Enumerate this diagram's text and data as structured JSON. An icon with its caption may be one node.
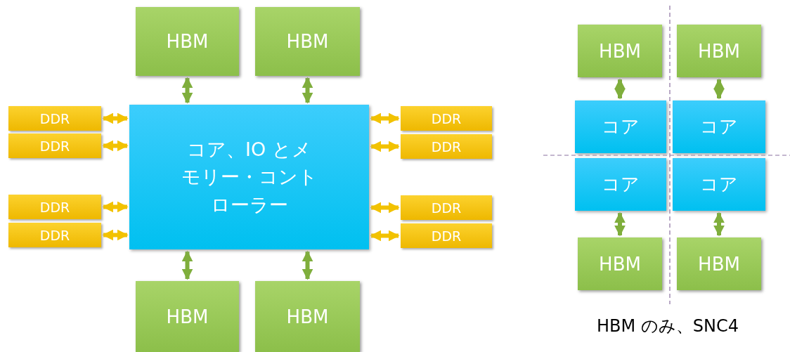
{
  "diagram": {
    "caption": "HBM のみ、SNC4",
    "nodes": [
      {
        "text": [
          "HBM"
        ]
      },
      {
        "text": [
          "HBM"
        ]
      },
      {
        "text": [
          "DDR"
        ]
      },
      {
        "text": [
          "DDR"
        ]
      },
      {
        "text": [
          "DDR"
        ]
      },
      {
        "text": [
          "DDR"
        ]
      },
      {
        "text": [
          "DDR"
        ]
      },
      {
        "text": [
          "DDR"
        ]
      },
      {
        "text": [
          "DDR"
        ]
      },
      {
        "text": [
          "DDR"
        ]
      },
      {
        "text": [
          "コア、IO とメモリー・コントローラー"
        ]
      },
      {
        "text": [
          "HBM"
        ]
      },
      {
        "text": [
          "HBM"
        ]
      },
      {
        "text": [
          "HBM"
        ]
      },
      {
        "text": [
          "HBM"
        ]
      },
      {
        "text": [
          "コア"
        ]
      },
      {
        "text": [
          "コア"
        ]
      },
      {
        "text": [
          "コア"
        ]
      },
      {
        "text": [
          "コア"
        ]
      },
      {
        "text": [
          "HBM"
        ]
      },
      {
        "text": [
          "HBM"
        ]
      }
    ],
    "edges": [
      {
        "from": 0,
        "to": 10,
        "arrow": "both"
      },
      {
        "from": 1,
        "to": 10,
        "arrow": "both"
      },
      {
        "from": 2,
        "to": 10,
        "arrow": "both",
        "color": "#f2c200"
      },
      {
        "from": 3,
        "to": 10,
        "arrow": "both",
        "color": "#f2c200"
      },
      {
        "from": 4,
        "to": 10,
        "arrow": "both",
        "color": "#f2c200"
      },
      {
        "from": 5,
        "to": 10,
        "arrow": "both",
        "color": "#f2c200"
      },
      {
        "from": 6,
        "to": 10,
        "arrow": "both",
        "color": "#f2c200"
      },
      {
        "from": 7,
        "to": 10,
        "arrow": "both",
        "color": "#f2c200"
      },
      {
        "from": 8,
        "to": 10,
        "arrow": "both",
        "color": "#f2c200"
      },
      {
        "from": 9,
        "to": 10,
        "arrow": "both",
        "color": "#f2c200"
      },
      {
        "from": 10,
        "to": 11,
        "arrow": "both"
      },
      {
        "from": 10,
        "to": 12,
        "arrow": "both"
      },
      {
        "from": 13,
        "to": 15,
        "arrow": "both"
      },
      {
        "from": 14,
        "to": 16,
        "arrow": "both"
      },
      {
        "from": 17,
        "to": 19,
        "arrow": "both"
      },
      {
        "from": 18,
        "to": 20,
        "arrow": "both"
      }
    ]
  }
}
